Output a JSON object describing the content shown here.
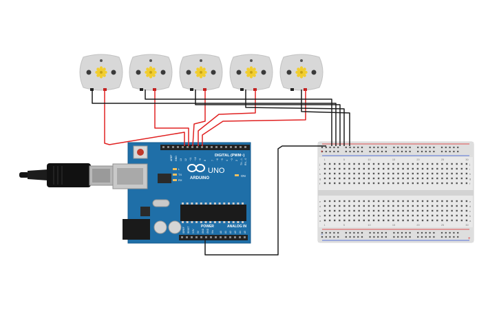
{
  "board": {
    "brand": "ARDUINO",
    "model": "UNO",
    "digital_label": "DIGITAL (PWM~)",
    "analog_label": "ANALOG IN",
    "power_label": "POWER",
    "on_label": "ON",
    "tx_label": "TX",
    "rx_label": "RX",
    "l_label": "L",
    "aref_label": "AREF",
    "gnd_label": "GND",
    "tx_pin_label": "TX→1",
    "rx_pin_label": "RX←0",
    "pwr_pins": [
      "IOREF",
      "RESET",
      "3.3V",
      "5V",
      "GND",
      "GND",
      "Vin"
    ],
    "analog_pins": [
      "A0",
      "A1",
      "A2",
      "A3",
      "A4",
      "A5"
    ],
    "digital_pins": [
      "13",
      "12",
      "~11",
      "~10",
      "~9",
      "8",
      "7",
      "~6",
      "~5",
      "4",
      "~3",
      "2"
    ]
  },
  "breadboard": {
    "col_numbers": [
      "1",
      "5",
      "10",
      "15",
      "20",
      "25",
      "30"
    ],
    "row_letters_top": [
      "j",
      "i",
      "h",
      "g",
      "f"
    ],
    "row_letters_bottom": [
      "e",
      "d",
      "c",
      "b",
      "a"
    ]
  },
  "colors": {
    "wire_red": "#e02020",
    "wire_black": "#1a1a1a",
    "board_blue": "#1f6fa8",
    "motor_gear": "#f1cd2f"
  },
  "icons": {
    "motor": "dc-motor-icon",
    "usb": "usb-cable-icon",
    "logo": "arduino-infinity-logo-icon"
  }
}
